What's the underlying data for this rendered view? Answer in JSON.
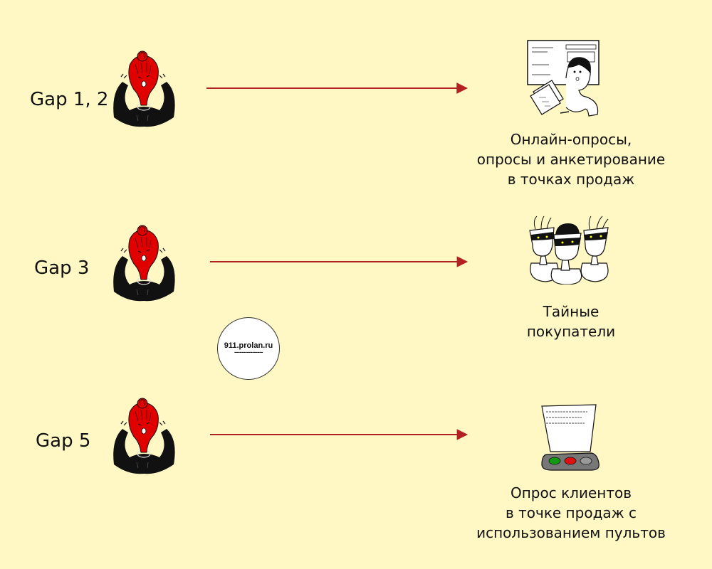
{
  "rows": [
    {
      "gap_label": "Gap 1, 2",
      "caption_lines": [
        "Онлайн-опросы,",
        "опросы и анкетирование",
        "в точках продаж"
      ],
      "illustration": "survey-person-icon"
    },
    {
      "gap_label": "Gap 3",
      "caption_lines": [
        "Тайные",
        "покупатели"
      ],
      "illustration": "mystery-shoppers-icon"
    },
    {
      "gap_label": "Gap 5",
      "caption_lines": [
        "Опрос клиентов",
        "в точке продаж с",
        "использованием пультов"
      ],
      "illustration": "feedback-console-icon"
    }
  ],
  "watermark": {
    "text": "911.prolan.ru",
    "underline": "----------------"
  },
  "colors": {
    "background": "#fff8c4",
    "arrow": "#b22222",
    "figure_head": "#e00000",
    "figure_body": "#111111"
  }
}
